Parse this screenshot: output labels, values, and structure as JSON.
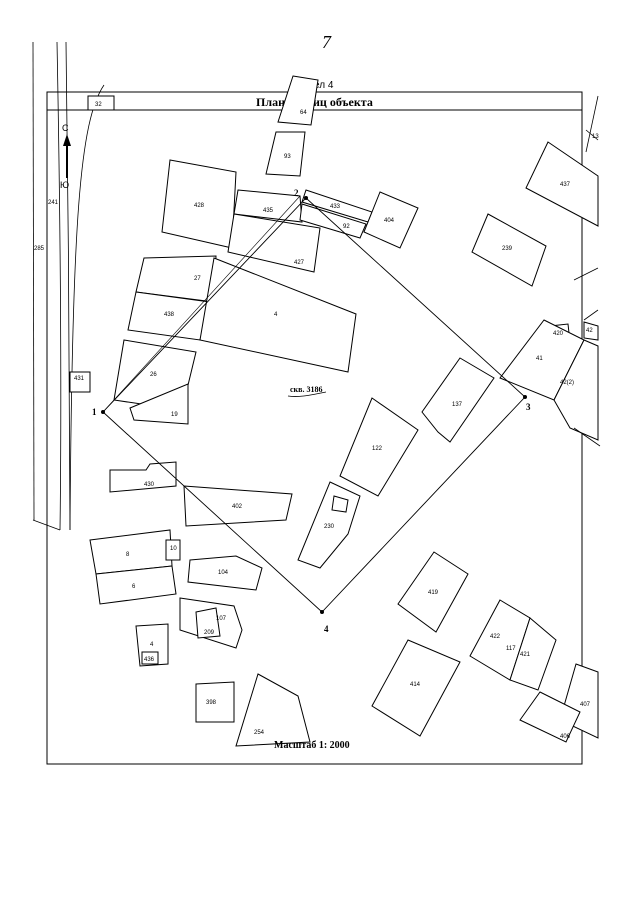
{
  "page_number": "7",
  "section": "Раздел 4",
  "title": "План границ объекта",
  "compass": {
    "north": "С",
    "south": "Ю"
  },
  "well_label": "скв. 3186",
  "scale": "Масштаб 1: 2000",
  "points": [
    "1",
    "2",
    "3",
    "4"
  ],
  "parcels": [
    {
      "key": "p32",
      "label": "32"
    },
    {
      "key": "p64",
      "label": "64"
    },
    {
      "key": "p93",
      "label": "93"
    },
    {
      "key": "p428",
      "label": "428"
    },
    {
      "key": "p435",
      "label": "435"
    },
    {
      "key": "p433",
      "label": "433"
    },
    {
      "key": "p92",
      "label": "92"
    },
    {
      "key": "p404",
      "label": "404"
    },
    {
      "key": "p427",
      "label": "427"
    },
    {
      "key": "p27",
      "label": "27"
    },
    {
      "key": "p438",
      "label": "438"
    },
    {
      "key": "p4",
      "label": "4"
    },
    {
      "key": "p26",
      "label": "26"
    },
    {
      "key": "p19",
      "label": "19"
    },
    {
      "key": "p431",
      "label": "431"
    },
    {
      "key": "p239",
      "label": "239"
    },
    {
      "key": "p437",
      "label": "437"
    },
    {
      "key": "p420",
      "label": "420"
    },
    {
      "key": "p42",
      "label": "42"
    },
    {
      "key": "p41",
      "label": "41"
    },
    {
      "key": "p4212",
      "label": "42(2)"
    },
    {
      "key": "p137",
      "label": "137"
    },
    {
      "key": "p122",
      "label": "122"
    },
    {
      "key": "p430",
      "label": "430"
    },
    {
      "key": "p402",
      "label": "402"
    },
    {
      "key": "p230",
      "label": "230"
    },
    {
      "key": "p8",
      "label": "8"
    },
    {
      "key": "p10",
      "label": "10"
    },
    {
      "key": "p6",
      "label": "6"
    },
    {
      "key": "p104",
      "label": "104"
    },
    {
      "key": "p107",
      "label": "107"
    },
    {
      "key": "p209",
      "label": "209"
    },
    {
      "key": "p4b",
      "label": "4"
    },
    {
      "key": "p436",
      "label": "436"
    },
    {
      "key": "p419",
      "label": "419"
    },
    {
      "key": "p422",
      "label": "422"
    },
    {
      "key": "p117",
      "label": "117"
    },
    {
      "key": "p421",
      "label": "421"
    },
    {
      "key": "p414",
      "label": "414"
    },
    {
      "key": "p398",
      "label": "398"
    },
    {
      "key": "p254",
      "label": "254"
    },
    {
      "key": "p407",
      "label": "407"
    },
    {
      "key": "p406",
      "label": "406"
    },
    {
      "key": "p241",
      "label": "241"
    },
    {
      "key": "p285",
      "label": "285"
    },
    {
      "key": "p13",
      "label": "13"
    }
  ]
}
